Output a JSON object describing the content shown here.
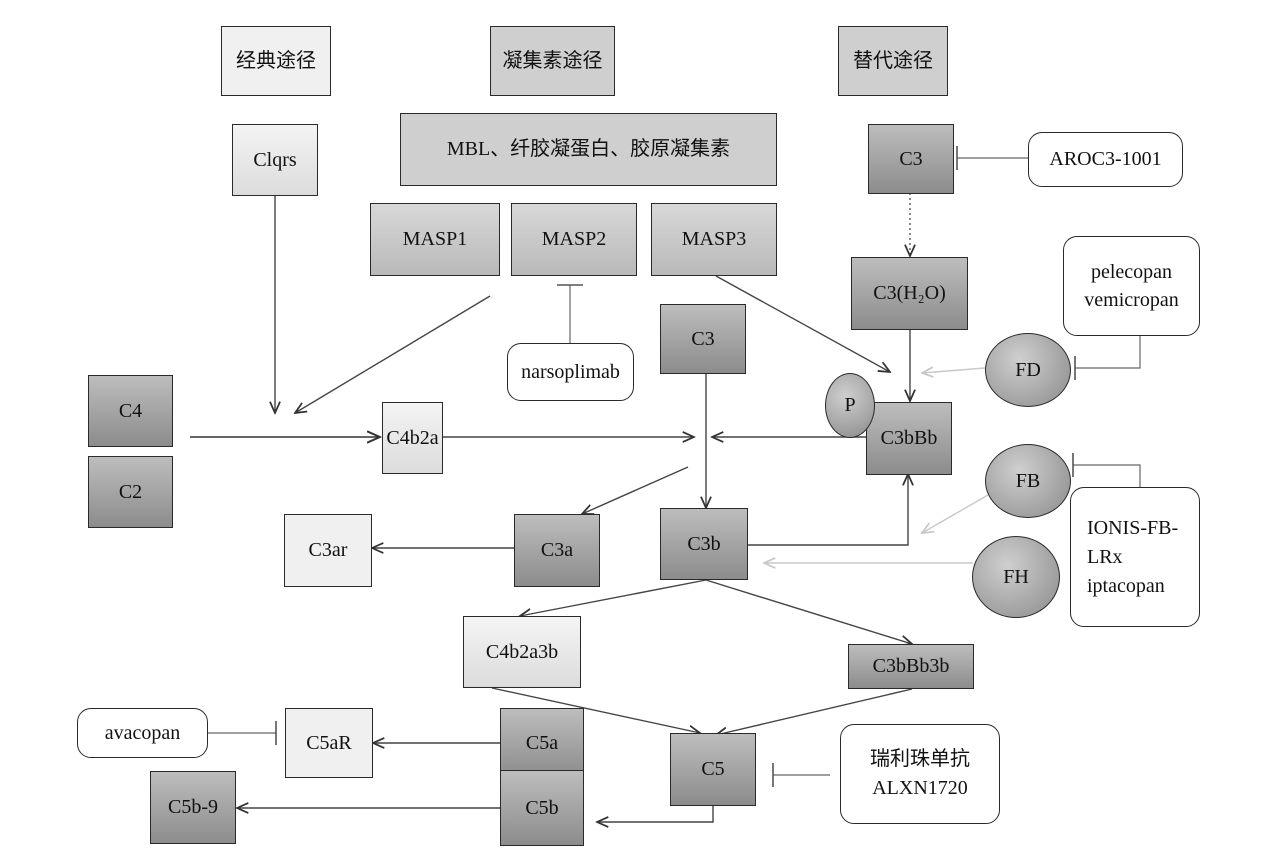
{
  "headers": {
    "classical": "经典途径",
    "lectin": "凝集素途径",
    "alternative": "替代途径"
  },
  "nodes": {
    "c1qrs": "Clqrs",
    "mbl": "MBL、纤胶凝蛋白、胶原凝集素",
    "masp1": "MASP1",
    "masp2": "MASP2",
    "masp3": "MASP3",
    "c3_alt": "C3",
    "c3h2o": "C3(H₂O)",
    "c3_center": "C3",
    "c4": "C4",
    "c2": "C2",
    "c4b2a": "C4b2a",
    "p": "P",
    "c3bbb": "C3bBb",
    "c3ar": "C3ar",
    "c3a": "C3a",
    "c3b": "C3b",
    "c4b2a3b": "C4b2a3b",
    "c3bbb3b": "C3bBb3b",
    "c5ar": "C5aR",
    "c5a": "C5a",
    "c5": "C5",
    "c5b9": "C5b-9",
    "c5b": "C5b",
    "fd": "FD",
    "fb": "FB",
    "fh": "FH"
  },
  "drugs": {
    "aroc3": "AROC3-1001",
    "pelecopan": "pelecopan\nvemicropan",
    "narsoplimab": "narsoplimab",
    "ionis": "IONIS-FB-\nLRx\niptacopan",
    "avacopan": "avacopan",
    "ravulizumab": "瑞利珠单抗\nALXN1720"
  }
}
